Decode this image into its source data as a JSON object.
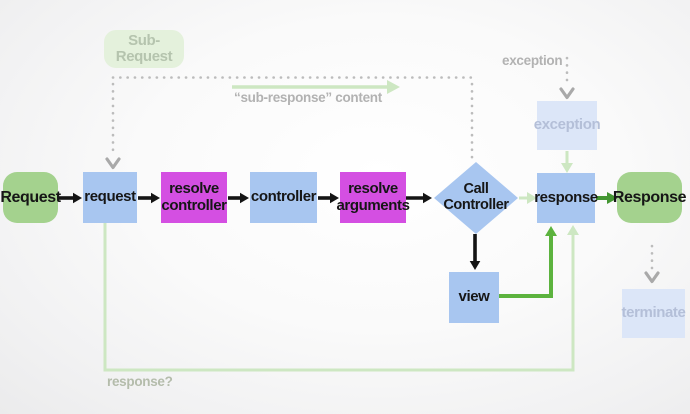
{
  "diagram": {
    "kind": "kernel-request-flow",
    "nodes": {
      "request_in": {
        "label": "Request"
      },
      "request": {
        "label": "request"
      },
      "resolve_controller": {
        "label": "resolve\ncontroller"
      },
      "controller": {
        "label": "controller"
      },
      "resolve_arguments": {
        "label": "resolve\narguments"
      },
      "call_controller": {
        "label": "Call\nController"
      },
      "response": {
        "label": "response"
      },
      "response_out": {
        "label": "Response"
      },
      "view": {
        "label": "view"
      },
      "sub_request": {
        "label": "Sub-Request"
      },
      "exception_box": {
        "label": "exception"
      },
      "terminate": {
        "label": "terminate"
      }
    },
    "annotations": {
      "exception_label": "exception",
      "sub_response_label": "“sub-response” content",
      "response_question_label": "response?"
    }
  },
  "colors": {
    "terminal_green": "#a4d28e",
    "node_blue": "#a8c6f0",
    "node_magenta": "#d44fe2",
    "faded_blue": "#dce6f8",
    "faded_blue_text": "#b4bfd8",
    "faded_green": "#e4f1dc",
    "faded_green_text": "#b5c4ae",
    "pale_green": "#cde7c2",
    "bright_green": "#5cb33e",
    "dark_green": "#449632",
    "dotted_gray": "#bcbcbc",
    "chevron_gray": "#a9a9a9",
    "annotation_gray": "#b2b2b2",
    "annotation_green_gray": "#b4bcab",
    "ink": "#141414"
  }
}
